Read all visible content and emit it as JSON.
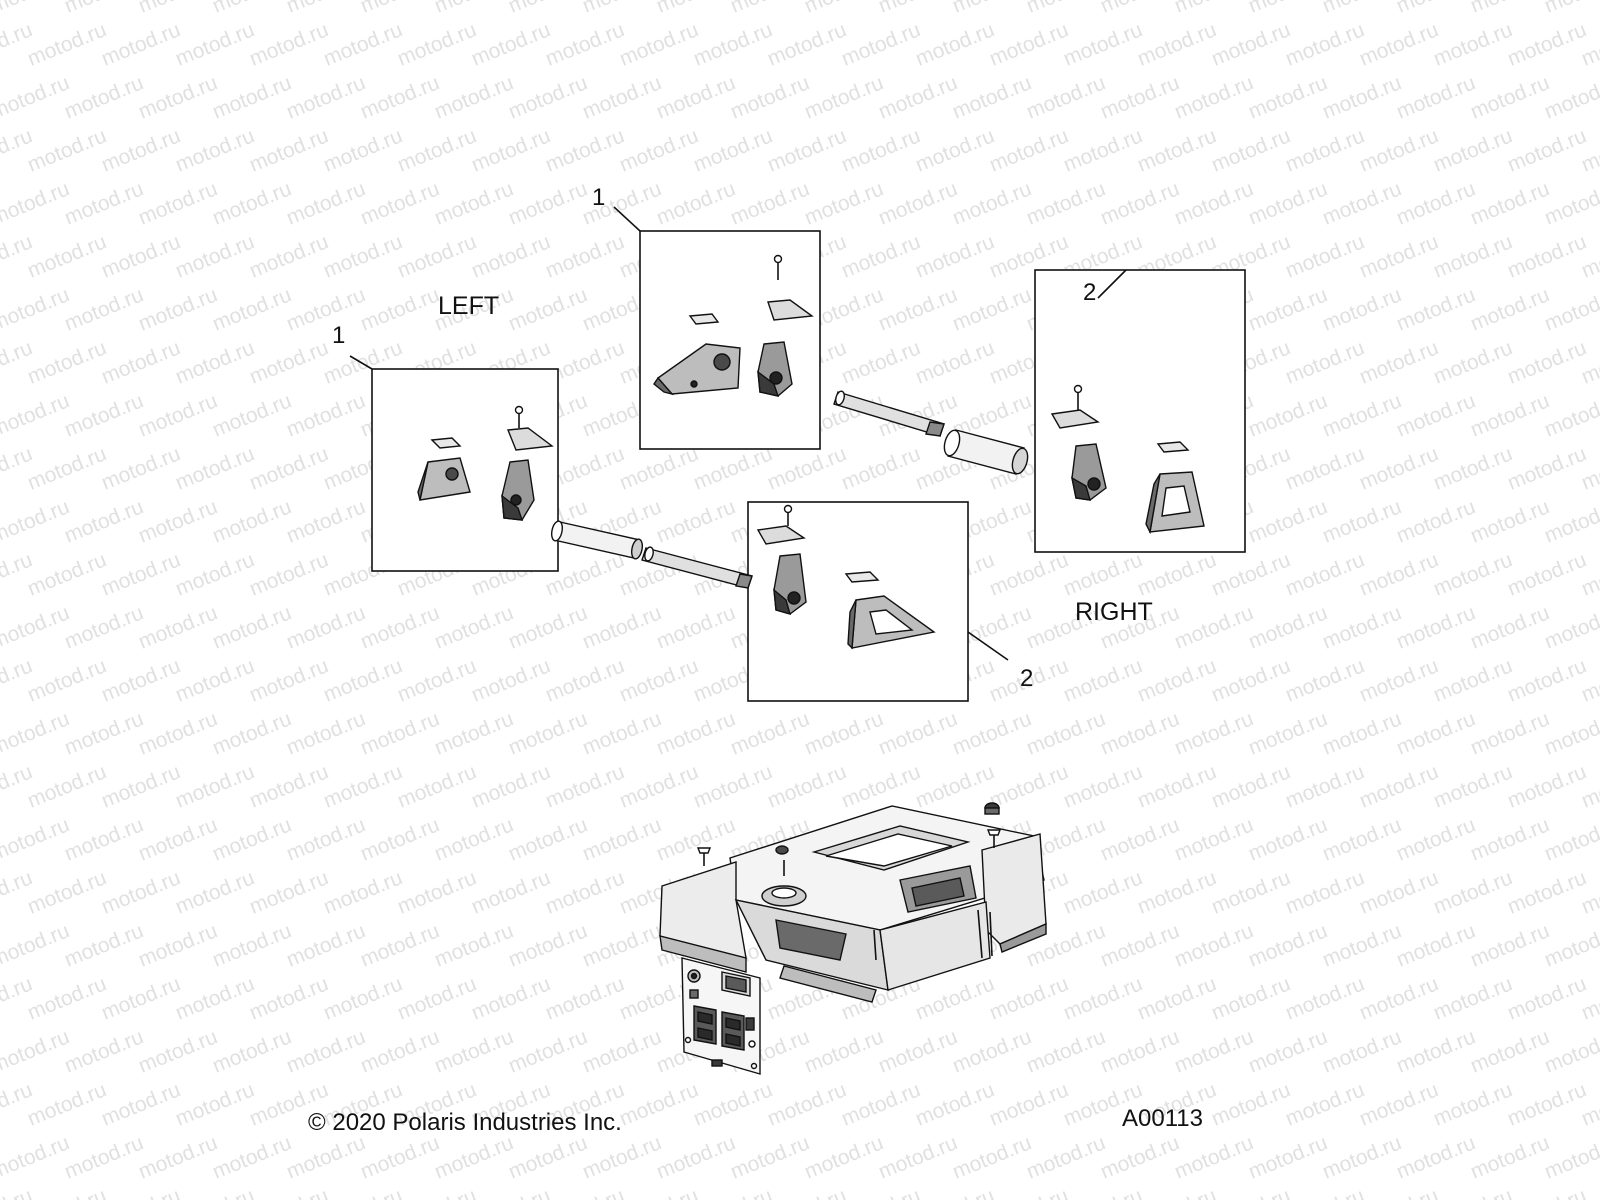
{
  "watermark": {
    "text": "motod.ru"
  },
  "callouts": {
    "left_front": "1",
    "left_rear": "1",
    "right_rear": "2",
    "right_front": "2"
  },
  "side_labels": {
    "left": "LEFT",
    "right": "RIGHT"
  },
  "footer": {
    "copyright": "© 2020 Polaris Industries Inc.",
    "figure_id": "A00113"
  },
  "colors": {
    "line": "#111111",
    "part_dark": "#5a5a5a",
    "part_mid": "#9a9a9a",
    "part_light": "#e8e8e8",
    "watermark": "#c8c8c8"
  }
}
